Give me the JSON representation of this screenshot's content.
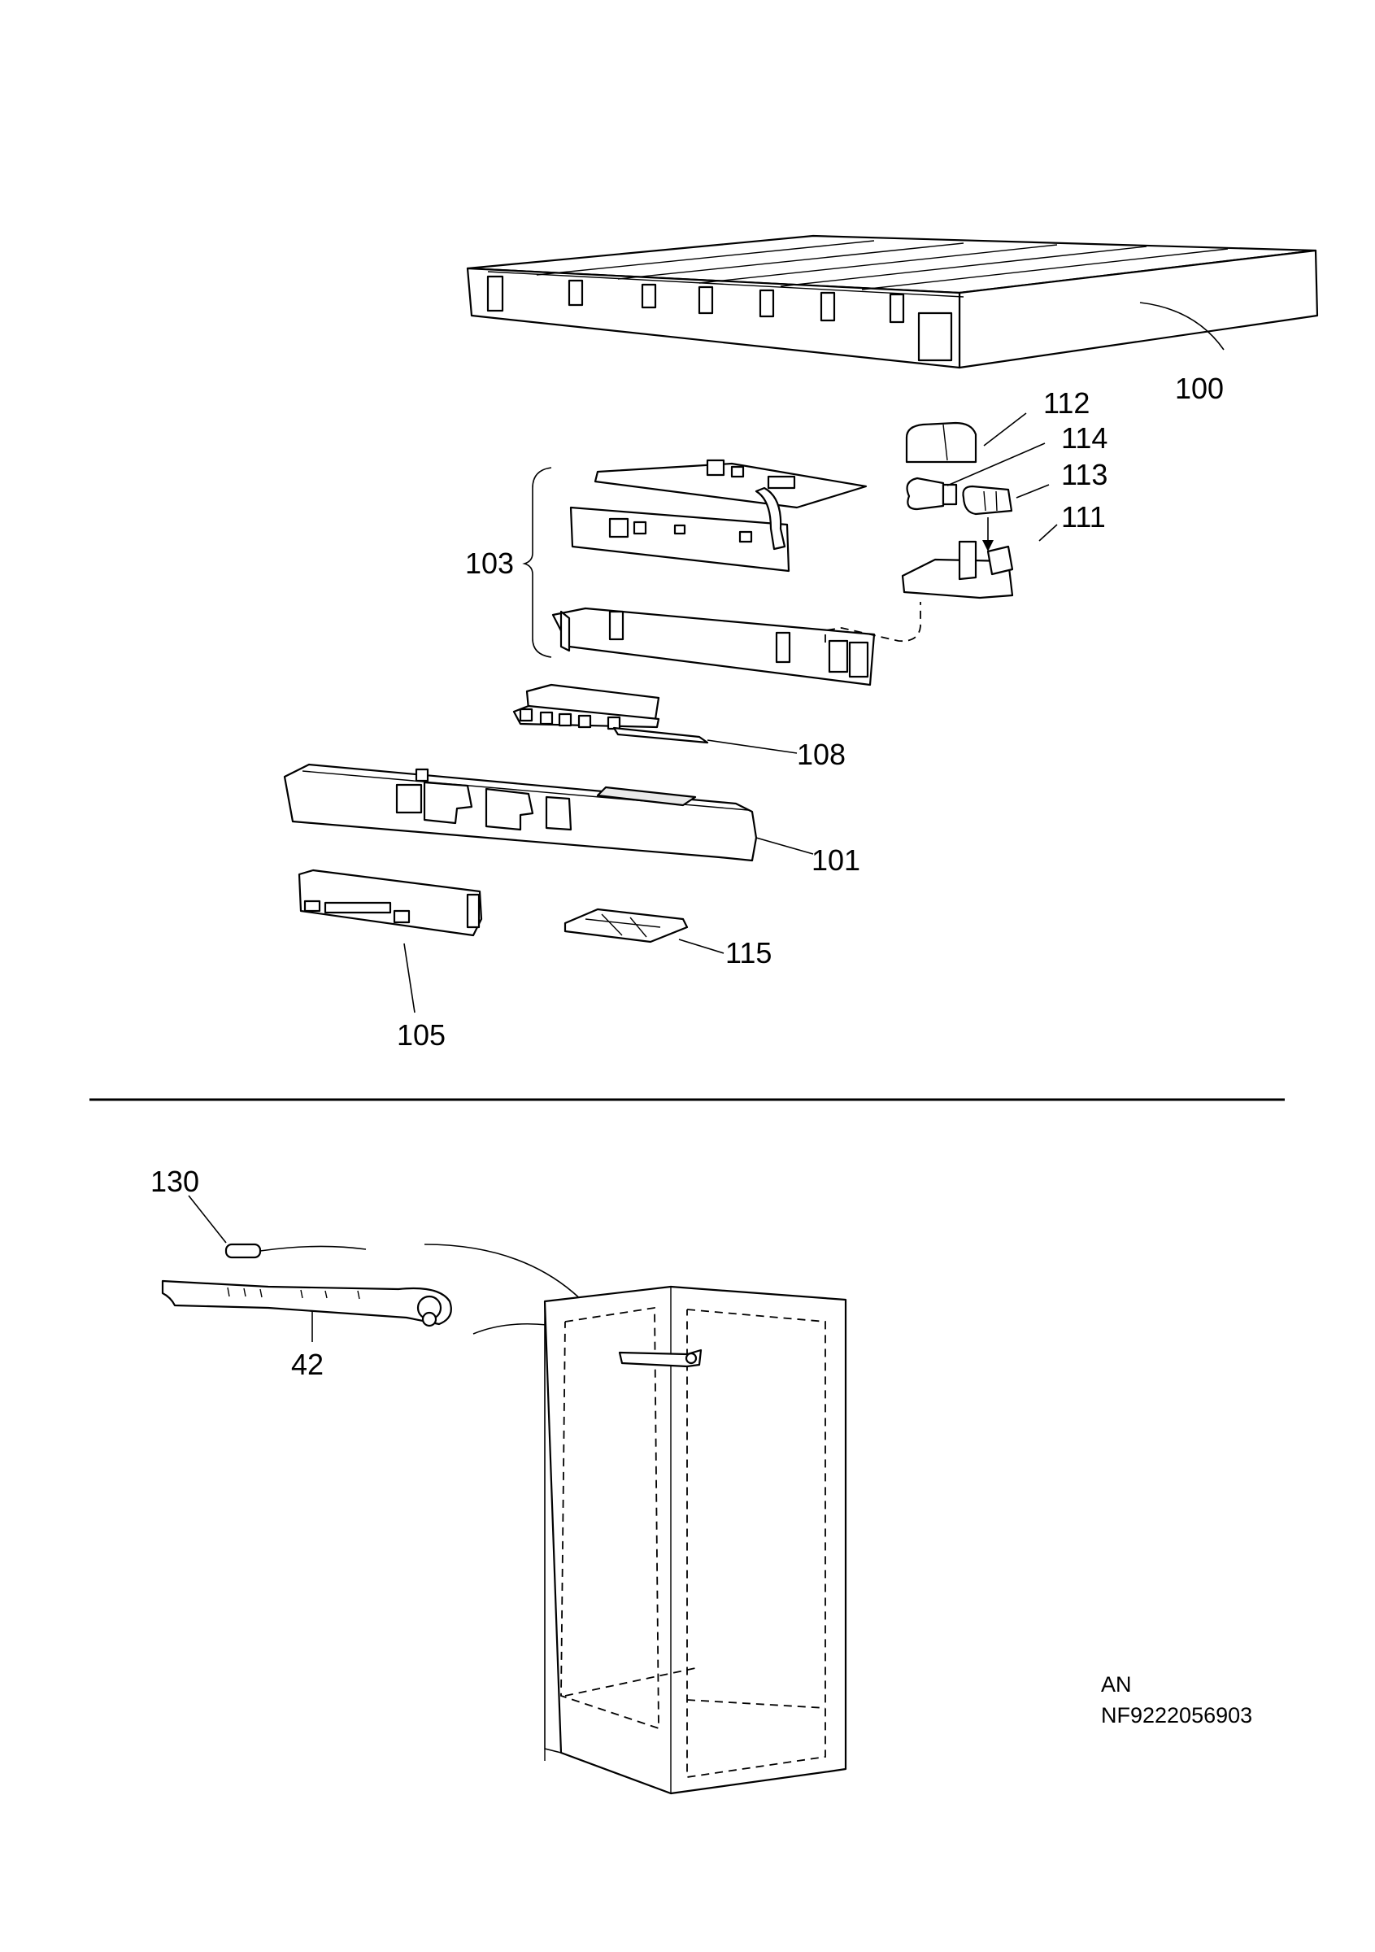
{
  "callouts": {
    "c100": "100",
    "c112": "112",
    "c114": "114",
    "c113": "113",
    "c111": "111",
    "c103": "103",
    "c108": "108",
    "c101": "101",
    "c115": "115",
    "c105": "105",
    "c130": "130",
    "c42": "42"
  },
  "footer": {
    "line1": "AN",
    "line2": "NF9222056903"
  }
}
